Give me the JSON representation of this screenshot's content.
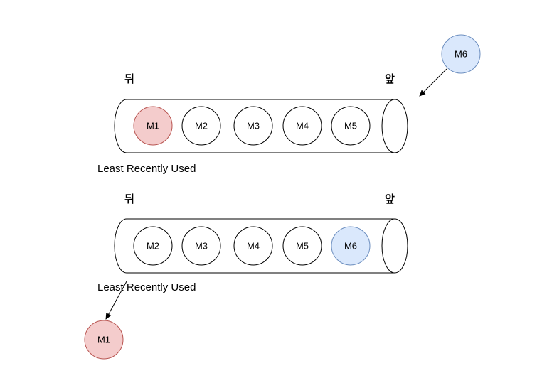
{
  "colors": {
    "evicted_fill": "#f4cccc",
    "evicted_stroke": "#b85450",
    "new_fill": "#dae8fc",
    "new_stroke": "#6c8ebf",
    "default_fill": "#ffffff",
    "default_stroke": "#000000"
  },
  "queue_before": {
    "rear_label": "뒤",
    "front_label": "앞",
    "caption": "Least Recently Used",
    "items": [
      {
        "label": "M1",
        "state": "evicted"
      },
      {
        "label": "M2",
        "state": "default"
      },
      {
        "label": "M3",
        "state": "default"
      },
      {
        "label": "M4",
        "state": "default"
      },
      {
        "label": "M5",
        "state": "default"
      }
    ]
  },
  "queue_after": {
    "rear_label": "뒤",
    "front_label": "앞",
    "caption": "Least Recently Used",
    "items": [
      {
        "label": "M2",
        "state": "default"
      },
      {
        "label": "M3",
        "state": "default"
      },
      {
        "label": "M4",
        "state": "default"
      },
      {
        "label": "M5",
        "state": "default"
      },
      {
        "label": "M6",
        "state": "new"
      }
    ]
  },
  "incoming": {
    "label": "M6",
    "state": "new"
  },
  "evicted": {
    "label": "M1",
    "state": "evicted"
  }
}
